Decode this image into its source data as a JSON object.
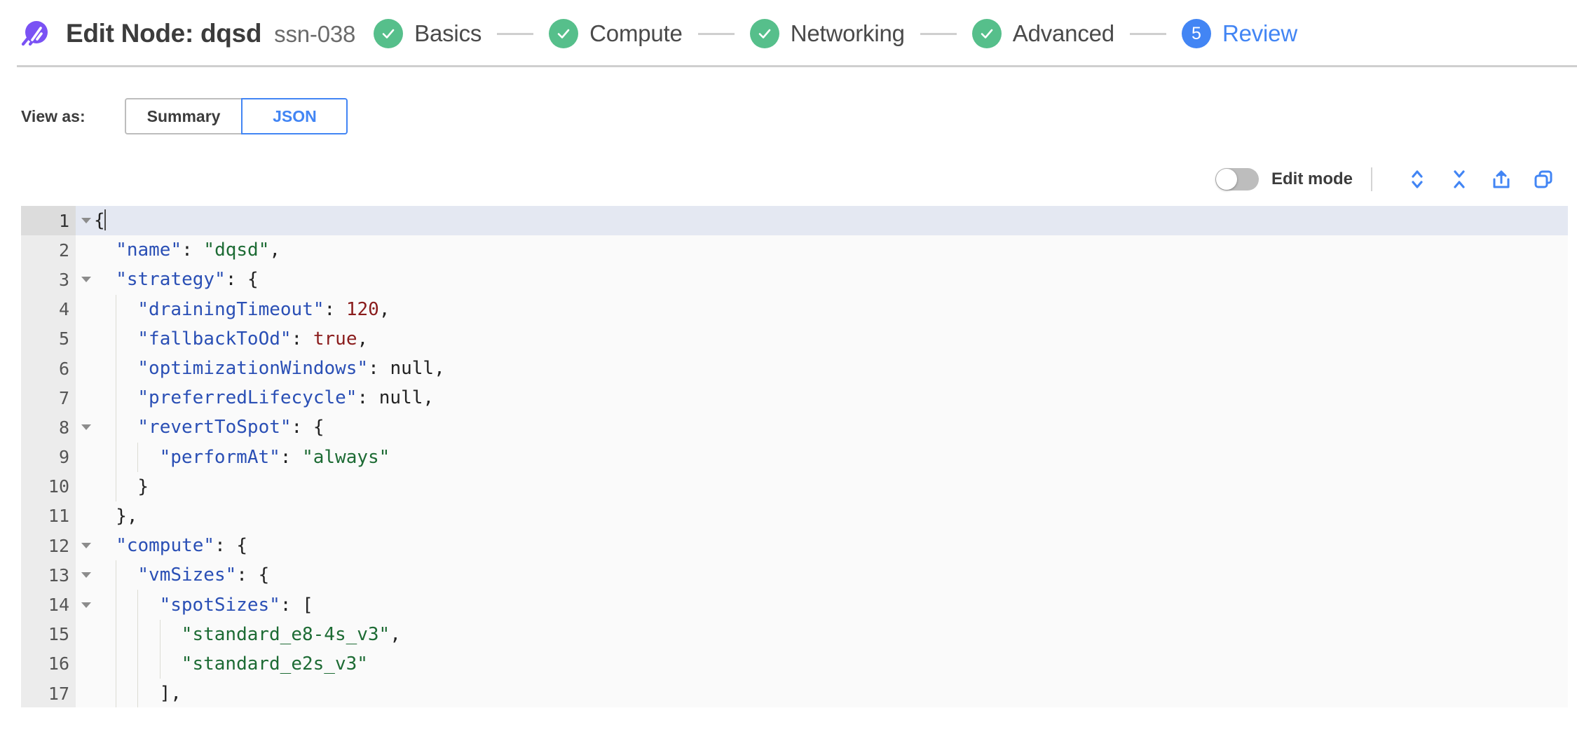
{
  "header": {
    "logo_icon": "spot-logo-icon",
    "title": "Edit Node: dqsd",
    "subtitle": "ssn-038",
    "steps": [
      {
        "label": "Basics",
        "state": "done",
        "indicator": "check-icon"
      },
      {
        "label": "Compute",
        "state": "done",
        "indicator": "check-icon"
      },
      {
        "label": "Networking",
        "state": "done",
        "indicator": "check-icon"
      },
      {
        "label": "Advanced",
        "state": "done",
        "indicator": "check-icon"
      },
      {
        "label": "Review",
        "state": "active",
        "indicator": "5"
      }
    ]
  },
  "view_as": {
    "label": "View as:",
    "options": [
      "Summary",
      "JSON"
    ],
    "selected": "JSON"
  },
  "editor_toolbar": {
    "edit_mode_label": "Edit mode",
    "edit_mode_enabled": false,
    "actions": [
      {
        "name": "expand-all-icon",
        "title": "Expand all"
      },
      {
        "name": "collapse-all-icon",
        "title": "Collapse all"
      },
      {
        "name": "export-icon",
        "title": "Export"
      },
      {
        "name": "copy-icon",
        "title": "Copy"
      }
    ]
  },
  "colors": {
    "brand_purple": "#7a52f4",
    "accent_blue": "#4285f4",
    "step_green": "#56bf8b",
    "json_key": "#2a4fb5",
    "json_string": "#1d6b34",
    "json_number": "#8a1c1c",
    "active_line": "#e4e8f2"
  },
  "json_editor": {
    "active_line": 1,
    "lines": [
      {
        "n": 1,
        "fold": true,
        "indent": 0,
        "tokens": [
          {
            "t": "{",
            "c": "p"
          }
        ],
        "cursor": true
      },
      {
        "n": 2,
        "fold": false,
        "indent": 1,
        "tokens": [
          {
            "t": "\"name\"",
            "c": "k"
          },
          {
            "t": ": ",
            "c": "p"
          },
          {
            "t": "\"dqsd\"",
            "c": "s"
          },
          {
            "t": ",",
            "c": "p"
          }
        ]
      },
      {
        "n": 3,
        "fold": true,
        "indent": 1,
        "tokens": [
          {
            "t": "\"strategy\"",
            "c": "k"
          },
          {
            "t": ": {",
            "c": "p"
          }
        ]
      },
      {
        "n": 4,
        "fold": false,
        "indent": 2,
        "tokens": [
          {
            "t": "\"drainingTimeout\"",
            "c": "k"
          },
          {
            "t": ": ",
            "c": "p"
          },
          {
            "t": "120",
            "c": "n"
          },
          {
            "t": ",",
            "c": "p"
          }
        ]
      },
      {
        "n": 5,
        "fold": false,
        "indent": 2,
        "tokens": [
          {
            "t": "\"fallbackToOd\"",
            "c": "k"
          },
          {
            "t": ": ",
            "c": "p"
          },
          {
            "t": "true",
            "c": "n"
          },
          {
            "t": ",",
            "c": "p"
          }
        ]
      },
      {
        "n": 6,
        "fold": false,
        "indent": 2,
        "tokens": [
          {
            "t": "\"optimizationWindows\"",
            "c": "k"
          },
          {
            "t": ": ",
            "c": "p"
          },
          {
            "t": "null",
            "c": "p"
          },
          {
            "t": ",",
            "c": "p"
          }
        ]
      },
      {
        "n": 7,
        "fold": false,
        "indent": 2,
        "tokens": [
          {
            "t": "\"preferredLifecycle\"",
            "c": "k"
          },
          {
            "t": ": ",
            "c": "p"
          },
          {
            "t": "null",
            "c": "p"
          },
          {
            "t": ",",
            "c": "p"
          }
        ]
      },
      {
        "n": 8,
        "fold": true,
        "indent": 2,
        "tokens": [
          {
            "t": "\"revertToSpot\"",
            "c": "k"
          },
          {
            "t": ": {",
            "c": "p"
          }
        ]
      },
      {
        "n": 9,
        "fold": false,
        "indent": 3,
        "tokens": [
          {
            "t": "\"performAt\"",
            "c": "k"
          },
          {
            "t": ": ",
            "c": "p"
          },
          {
            "t": "\"always\"",
            "c": "s"
          }
        ]
      },
      {
        "n": 10,
        "fold": false,
        "indent": 2,
        "tokens": [
          {
            "t": "}",
            "c": "p"
          }
        ]
      },
      {
        "n": 11,
        "fold": false,
        "indent": 1,
        "tokens": [
          {
            "t": "},",
            "c": "p"
          }
        ]
      },
      {
        "n": 12,
        "fold": true,
        "indent": 1,
        "tokens": [
          {
            "t": "\"compute\"",
            "c": "k"
          },
          {
            "t": ": {",
            "c": "p"
          }
        ]
      },
      {
        "n": 13,
        "fold": true,
        "indent": 2,
        "tokens": [
          {
            "t": "\"vmSizes\"",
            "c": "k"
          },
          {
            "t": ": {",
            "c": "p"
          }
        ]
      },
      {
        "n": 14,
        "fold": true,
        "indent": 3,
        "tokens": [
          {
            "t": "\"spotSizes\"",
            "c": "k"
          },
          {
            "t": ": [",
            "c": "p"
          }
        ]
      },
      {
        "n": 15,
        "fold": false,
        "indent": 4,
        "tokens": [
          {
            "t": "\"standard_e8-4s_v3\"",
            "c": "s"
          },
          {
            "t": ",",
            "c": "p"
          }
        ]
      },
      {
        "n": 16,
        "fold": false,
        "indent": 4,
        "tokens": [
          {
            "t": "\"standard_e2s_v3\"",
            "c": "s"
          }
        ]
      },
      {
        "n": 17,
        "fold": false,
        "indent": 3,
        "tokens": [
          {
            "t": "],",
            "c": "p"
          }
        ]
      }
    ]
  }
}
